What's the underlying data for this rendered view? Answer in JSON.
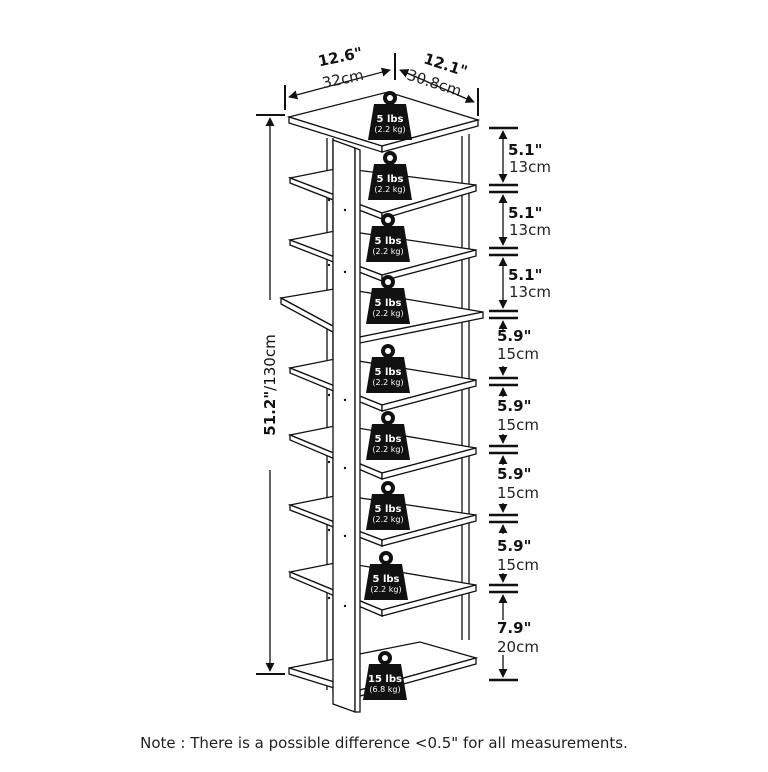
{
  "diagram": {
    "subject": "9-tier vertical shoe rack with weight capacities per shelf",
    "top_dimensions": {
      "width_in": "12.6\"",
      "width_cm": "32cm",
      "depth_in": "12.1\"",
      "depth_cm": "30.8cm"
    },
    "overall_height": {
      "label_in": "51.2\"",
      "label_cm": "/130cm"
    },
    "shelves": [
      {
        "weight": "5 lbs",
        "weight_kg": "(2.2 kg)"
      },
      {
        "weight": "5 lbs",
        "weight_kg": "(2.2 kg)"
      },
      {
        "weight": "5 lbs",
        "weight_kg": "(2.2 kg)"
      },
      {
        "weight": "5 lbs",
        "weight_kg": "(2.2 kg)"
      },
      {
        "weight": "5 lbs",
        "weight_kg": "(2.2 kg)"
      },
      {
        "weight": "5 lbs",
        "weight_kg": "(2.2 kg)"
      },
      {
        "weight": "5 lbs",
        "weight_kg": "(2.2 kg)"
      },
      {
        "weight": "5 lbs",
        "weight_kg": "(2.2 kg)"
      },
      {
        "weight": "15 lbs",
        "weight_kg": "(6.8 kg)"
      }
    ],
    "spacings": [
      {
        "in": "5.1\"",
        "cm": "13cm"
      },
      {
        "in": "5.1\"",
        "cm": "13cm"
      },
      {
        "in": "5.1\"",
        "cm": "13cm"
      },
      {
        "in": "5.9\"",
        "cm": "15cm"
      },
      {
        "in": "5.9\"",
        "cm": "15cm"
      },
      {
        "in": "5.9\"",
        "cm": "15cm"
      },
      {
        "in": "5.9\"",
        "cm": "15cm"
      },
      {
        "in": "7.9\"",
        "cm": "20cm"
      }
    ],
    "note": "Note : There is a possible difference <0.5\" for all measurements."
  },
  "colors": {
    "line": "#111111",
    "weight_fill": "#111111",
    "shelf_fill": "#ffffff"
  }
}
